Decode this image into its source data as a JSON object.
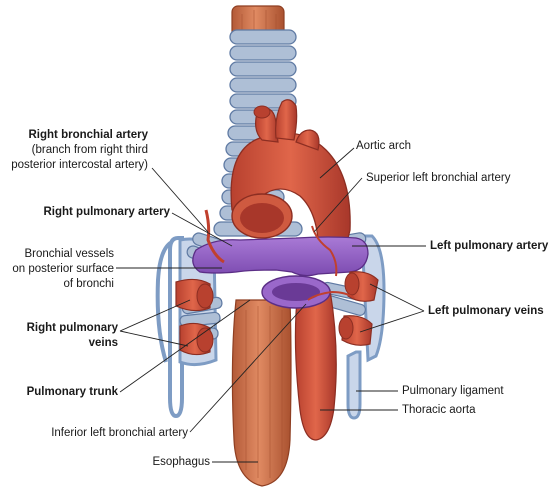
{
  "colors": {
    "esophagus": "#c96a45",
    "artery": "#d9573f",
    "artery_dark": "#a8372a",
    "pulmonary": "#9563c4",
    "pulmonary_dark": "#6e3f9a",
    "trachea": "#aebfd6",
    "pleura": "#7e9cc4",
    "leader": "#222222"
  },
  "labels": {
    "right_bronchial_artery": "Right bronchial artery",
    "right_bronchial_artery_note_1": "(branch from right third",
    "right_bronchial_artery_note_2": "posterior intercostal artery)",
    "right_pulmonary_artery": "Right pulmonary artery",
    "bronchial_vessels_1": "Bronchial vessels",
    "bronchial_vessels_2": "on posterior surface",
    "bronchial_vessels_3": "of bronchi",
    "right_pulmonary_veins_1": "Right pulmonary",
    "right_pulmonary_veins_2": "veins",
    "pulmonary_trunk": "Pulmonary trunk",
    "inferior_left_bronchial_artery": "Inferior left bronchial artery",
    "esophagus": "Esophagus",
    "aortic_arch": "Aortic arch",
    "superior_left_bronchial_artery": "Superior left bronchial artery",
    "left_pulmonary_artery": "Left pulmonary artery",
    "left_pulmonary_veins": "Left pulmonary veins",
    "pulmonary_ligament": "Pulmonary ligament",
    "thoracic_aorta": "Thoracic aorta"
  }
}
